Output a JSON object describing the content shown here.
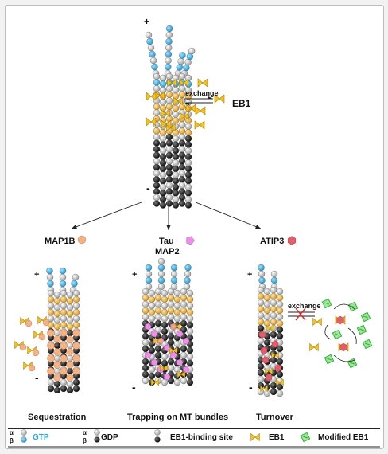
{
  "top": {
    "plus": "+",
    "minus": "-",
    "exchange": "exchange",
    "eb1": "EB1"
  },
  "branches": {
    "left": {
      "protein": "MAP1B",
      "caption": "Sequestration",
      "plus": "+",
      "minus": "-"
    },
    "middle": {
      "protein_line1": "Tau",
      "protein_line2": "MAP2",
      "caption": "Trapping on MT bundles",
      "plus": "+",
      "minus": "-"
    },
    "right": {
      "protein": "ATIP3",
      "caption": "Turnover",
      "plus": "+",
      "minus": "-",
      "exchange": "exchange"
    }
  },
  "legend": {
    "alpha": "α",
    "beta": "β",
    "gtp": "GTP",
    "gdp": "GDP",
    "eb1_site": "EB1-binding site",
    "eb1": "EB1",
    "modified_eb1": "Modified EB1"
  },
  "colors": {
    "gtp_blue": "#29a9e0",
    "gdp_black": "#111111",
    "alpha_grey": "#c9c9c9",
    "eb1_site": "#f2b42a",
    "eb1_yellow": "#f5c21b",
    "map1b": "#f4b183",
    "tau_map2": "#ec8fe6",
    "atip3": "#e35d6a",
    "modified_eb1": "#2eb82e"
  }
}
